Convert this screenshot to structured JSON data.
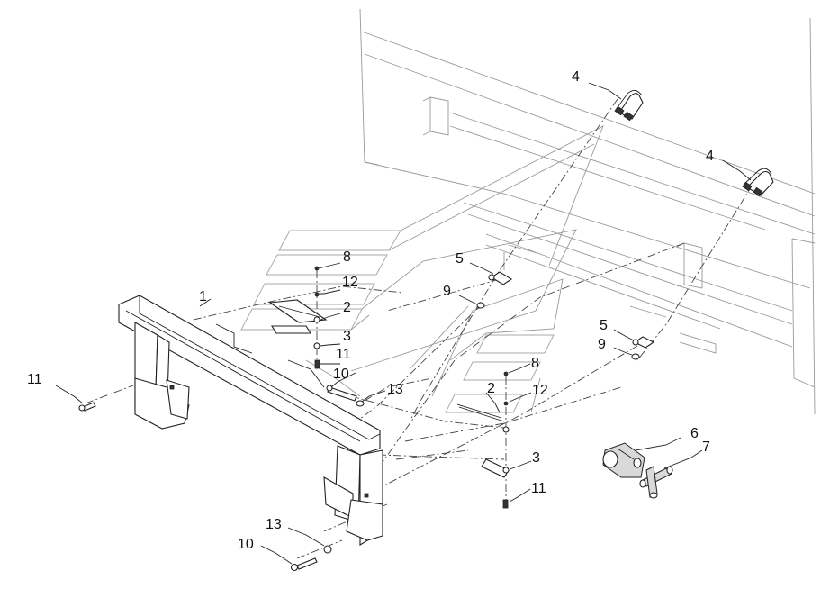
{
  "diagram": {
    "callouts": [
      {
        "id": "c1",
        "text": "1"
      },
      {
        "id": "c2a",
        "text": "2"
      },
      {
        "id": "c2b",
        "text": "2"
      },
      {
        "id": "c3a",
        "text": "3"
      },
      {
        "id": "c3b",
        "text": "3"
      },
      {
        "id": "c4a",
        "text": "4"
      },
      {
        "id": "c4b",
        "text": "4"
      },
      {
        "id": "c5a",
        "text": "5"
      },
      {
        "id": "c5b",
        "text": "5"
      },
      {
        "id": "c6",
        "text": "6"
      },
      {
        "id": "c7",
        "text": "7"
      },
      {
        "id": "c8a",
        "text": "8"
      },
      {
        "id": "c8b",
        "text": "8"
      },
      {
        "id": "c9a",
        "text": "9"
      },
      {
        "id": "c9b",
        "text": "9"
      },
      {
        "id": "c10a",
        "text": "10"
      },
      {
        "id": "c10b",
        "text": "10"
      },
      {
        "id": "c11a",
        "text": "11"
      },
      {
        "id": "c11b",
        "text": "11"
      },
      {
        "id": "c11c",
        "text": "11"
      },
      {
        "id": "c12a",
        "text": "12"
      },
      {
        "id": "c12b",
        "text": "12"
      },
      {
        "id": "c13a",
        "text": "13"
      },
      {
        "id": "c13b",
        "text": "13"
      }
    ]
  }
}
